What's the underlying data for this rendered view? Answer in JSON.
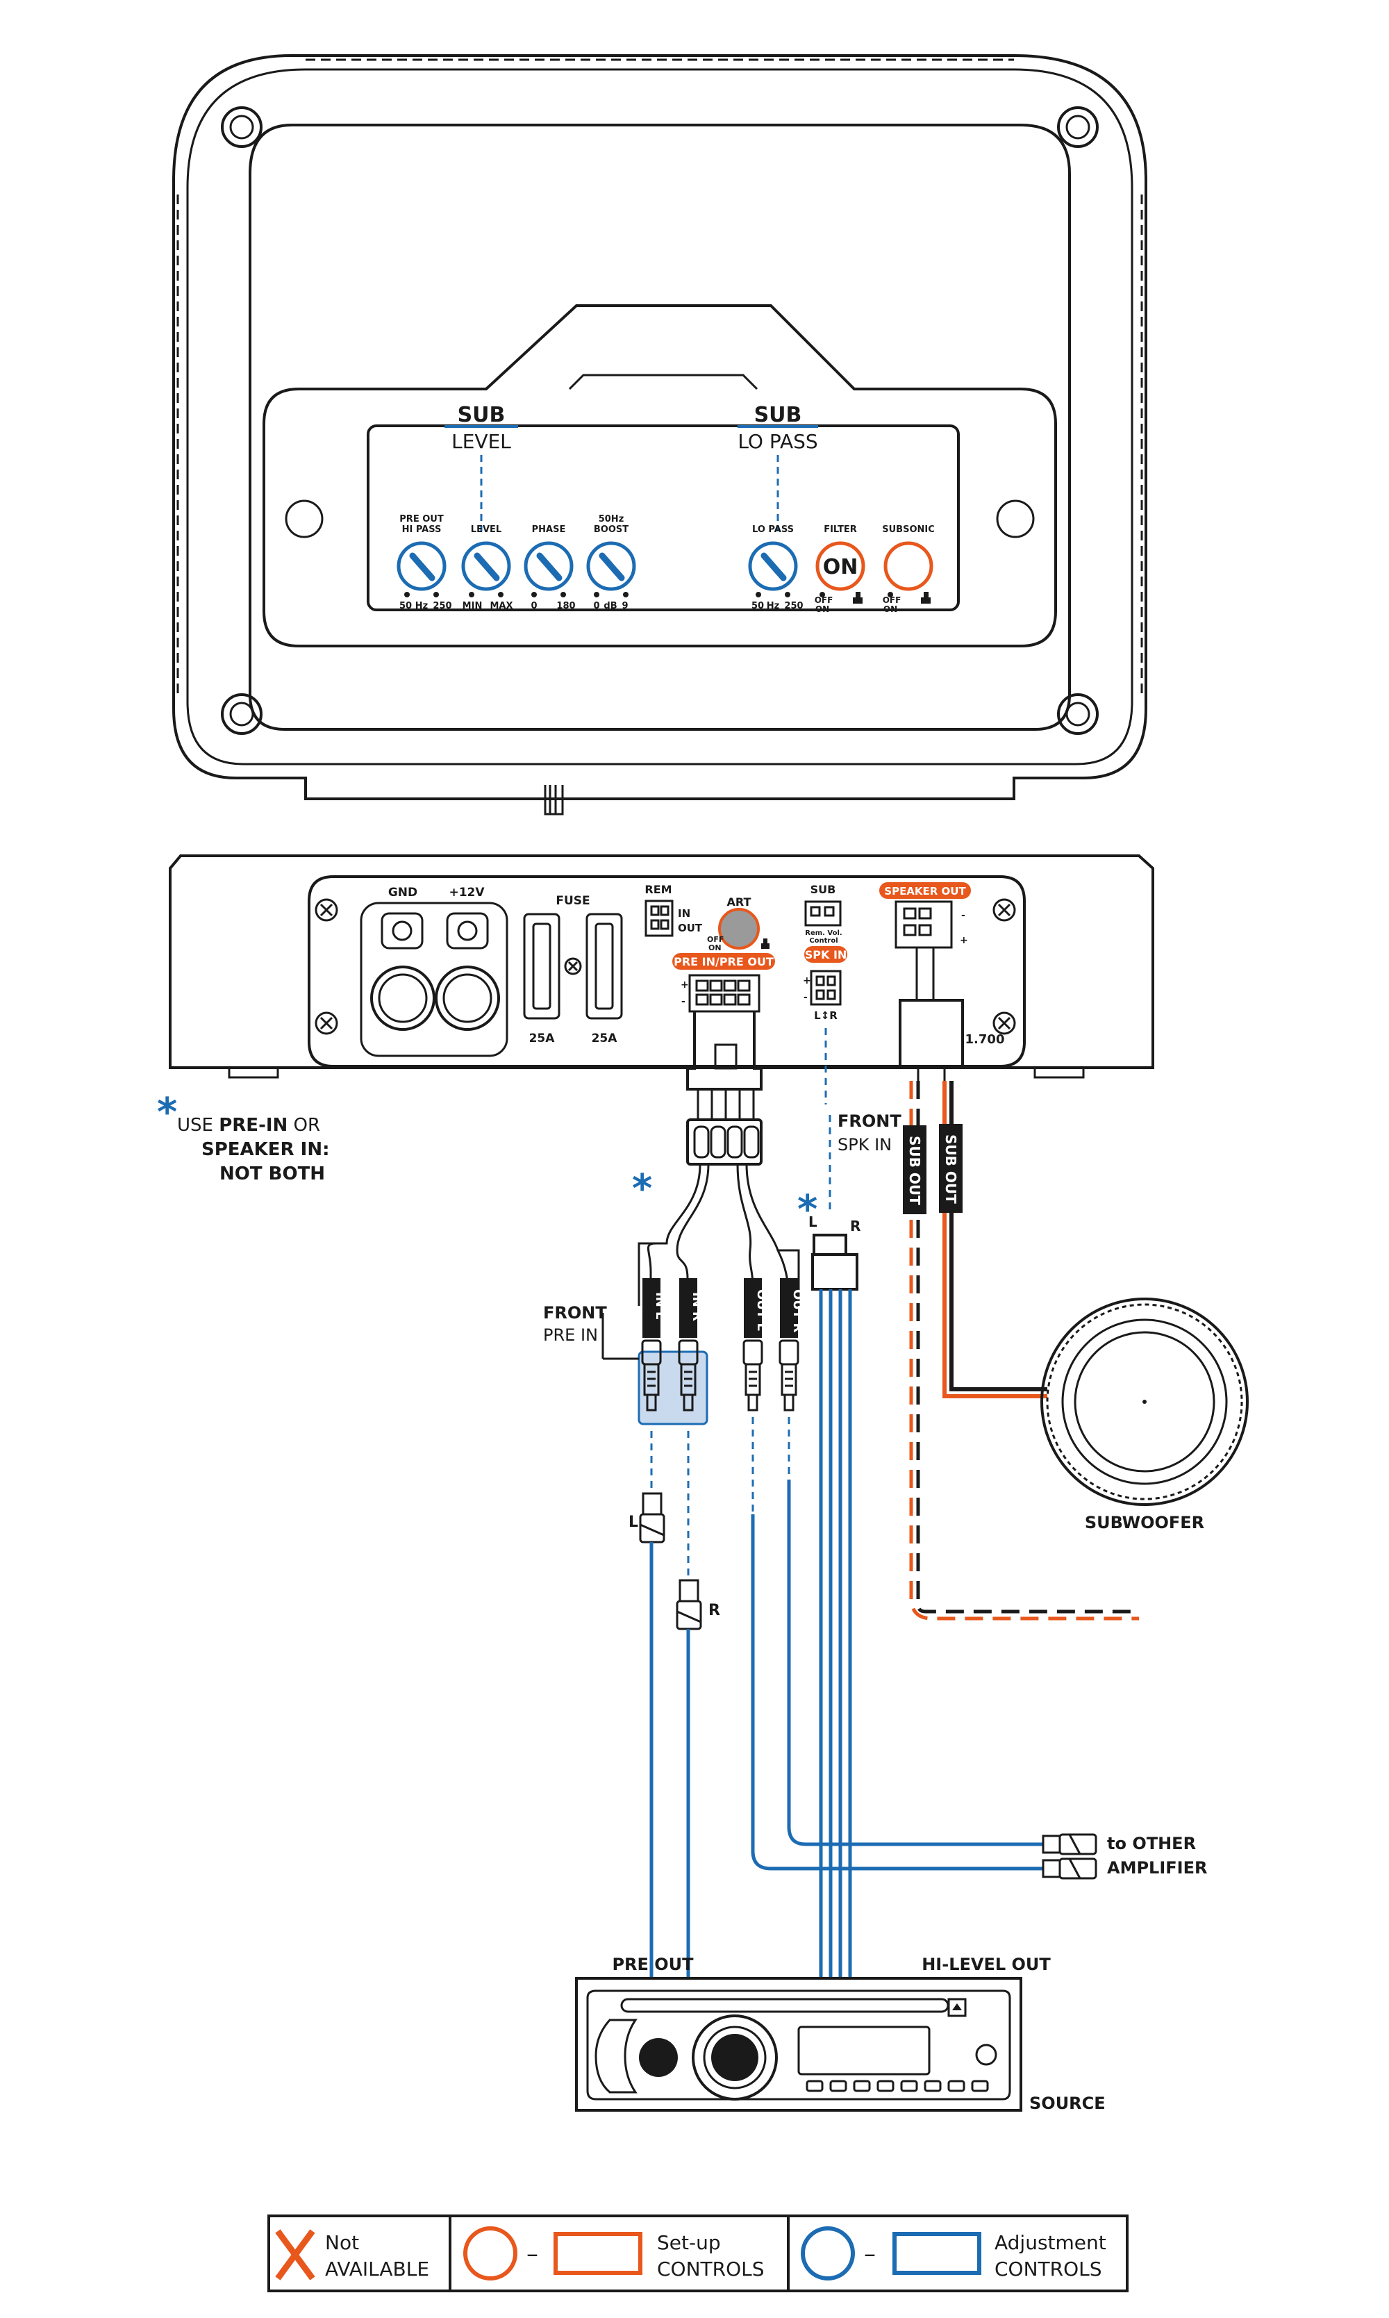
{
  "colors": {
    "blue": "#1c6cb3",
    "orange": "#e8571c",
    "ink": "#1a1a1a",
    "panel_fill": "#ffffff",
    "shade": "#c9d9ee"
  },
  "top_panel": {
    "sub_level": {
      "title": "SUB",
      "subtitle": "LEVEL"
    },
    "sub_lopass": {
      "title": "SUB",
      "subtitle": "LO PASS"
    },
    "knobs": [
      {
        "label": "PRE OUT\nHI PASS",
        "l1": "PRE OUT",
        "l2": "HI PASS",
        "scale": [
          "50",
          "Hz",
          "250"
        ],
        "type": "adjustment"
      },
      {
        "label": "LEVEL",
        "scale": [
          "MIN",
          "MAX"
        ],
        "type": "adjustment"
      },
      {
        "label": "PHASE",
        "scale": [
          "0",
          "180"
        ],
        "type": "adjustment"
      },
      {
        "label": "50Hz\nBOOST",
        "l1": "50Hz",
        "l2": "BOOST",
        "scale": [
          "0",
          "dB",
          "9"
        ],
        "type": "adjustment"
      },
      {
        "label": "LO PASS",
        "scale": [
          "50",
          "Hz",
          "250"
        ],
        "type": "adjustment"
      },
      {
        "label": "FILTER",
        "value": "ON",
        "scale": [
          "OFF",
          "ON"
        ],
        "type": "setup"
      },
      {
        "label": "SUBSONIC",
        "scale": [
          "OFF",
          "ON"
        ],
        "type": "setup"
      }
    ]
  },
  "side_panel": {
    "gnd": "GND",
    "plus12v": "+12V",
    "fuse": "FUSE",
    "fuse_ratings": [
      "25A",
      "25A"
    ],
    "rem": "REM",
    "rem_in": "IN",
    "rem_out": "OUT",
    "art": "ART",
    "art_off": "OFF",
    "art_on": "ON",
    "pre_in_pre_out": "PRE IN/PRE OUT",
    "sub": "SUB",
    "rem_vol_control": "Rem. Vol.",
    "rem_vol_control2": "Control",
    "spk_in": "SPK IN",
    "lr": "L↕R",
    "speaker_out": "SPEAKER OUT",
    "model": "1.700"
  },
  "note": {
    "asterisk": "*",
    "line1_pre": "USE ",
    "line1_bold": "PRE-IN",
    "line1_post": " OR",
    "line2": "SPEAKER IN:",
    "line3": "NOT BOTH"
  },
  "wiring": {
    "front_spk_in_1": "FRONT",
    "front_spk_in_2": "SPK IN",
    "sub_out_1": "SUB OUT",
    "sub_out_2": "SUB OUT",
    "connector_l": "L",
    "connector_r": "R",
    "rca_labels": [
      "IN L",
      "IN R",
      "OUT L",
      "OUT R"
    ],
    "front_pre_in_1": "FRONT",
    "front_pre_in_2": "PRE IN",
    "plug_l": "L",
    "plug_r": "R",
    "subwoofer": "SUBWOOFER",
    "to_other": "to OTHER",
    "amplifier": "AMPLIFIER",
    "pre_out": "PRE OUT",
    "hi_level_out": "HI-LEVEL OUT",
    "source": "SOURCE"
  },
  "legend": {
    "not_available_1": "Not",
    "not_available_2": "AVAILABLE",
    "setup_1": "Set-up",
    "setup_2": "CONTROLS",
    "adjust_1": "Adjustment",
    "adjust_2": "CONTROLS",
    "dash": "–"
  }
}
